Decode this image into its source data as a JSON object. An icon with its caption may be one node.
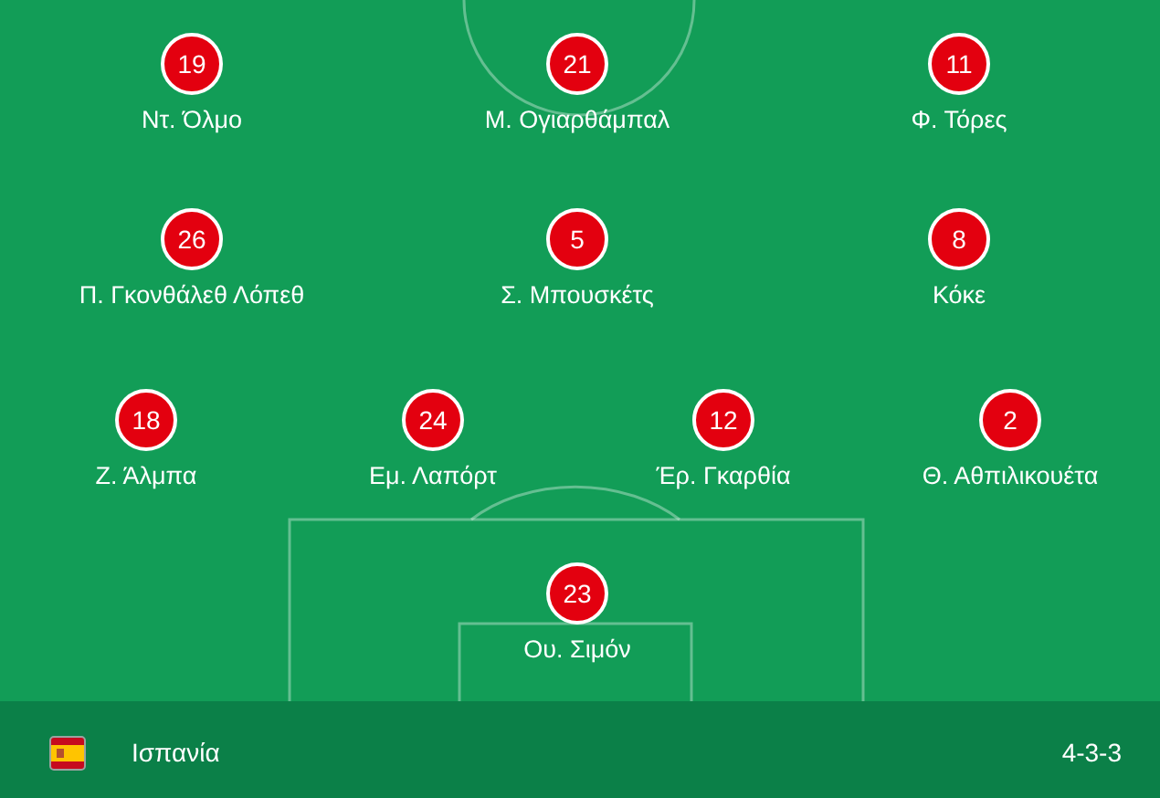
{
  "diagram": {
    "nodes": [
      {
        "text": [
          "19"
        ],
        "beside": [
          "Ντ. Όλμο"
        ]
      },
      {
        "text": [
          "21"
        ],
        "beside": [
          "Μ. Ογιαρθάμπαλ"
        ]
      },
      {
        "text": [
          "11"
        ],
        "beside": [
          "Φ. Τόρες"
        ]
      },
      {
        "text": [
          "26"
        ],
        "beside": [
          "Π. Γκονθάλεθ Λόπεθ"
        ]
      },
      {
        "text": [
          "5"
        ],
        "beside": [
          "Σ. Μπουσκέτς"
        ]
      },
      {
        "text": [
          "8"
        ],
        "beside": [
          "Κόκε"
        ]
      },
      {
        "text": [
          "18"
        ],
        "beside": [
          "Ζ. Άλμπα"
        ]
      },
      {
        "text": [
          "24"
        ],
        "beside": [
          "Εμ. Λαπόρτ"
        ]
      },
      {
        "text": [
          "12"
        ],
        "beside": [
          "Έρ. Γκαρθία"
        ]
      },
      {
        "text": [
          "2"
        ],
        "beside": [
          "Θ. Αθπιλικουέτα"
        ]
      },
      {
        "text": [
          "23"
        ],
        "beside": [
          "Ου. Σιμόν"
        ]
      }
    ],
    "labels": [
      "Ισπανία",
      "4-3-3"
    ]
  }
}
